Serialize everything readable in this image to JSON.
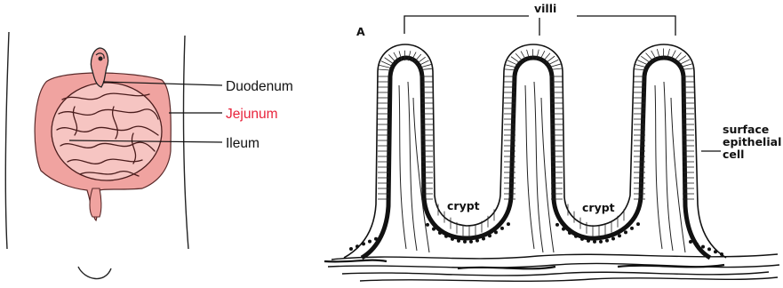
{
  "left_diagram": {
    "labels": [
      {
        "key": "duodenum",
        "text": "Duodenum",
        "highlighted": false
      },
      {
        "key": "jejunum",
        "text": "Jejunum",
        "highlighted": true
      },
      {
        "key": "ileum",
        "text": "Ileum",
        "highlighted": false
      }
    ],
    "highlight_color": "#e8243c",
    "intestine_fill": "#f0a3a0",
    "intestine_stroke": "#5a2a2a"
  },
  "right_diagram": {
    "panel_letter": "A",
    "labels": {
      "villi": "villi",
      "crypt_left": "crypt",
      "crypt_right": "crypt",
      "surface_line1": "surface",
      "surface_line2": "epithelial",
      "surface_line3": "cell"
    }
  }
}
